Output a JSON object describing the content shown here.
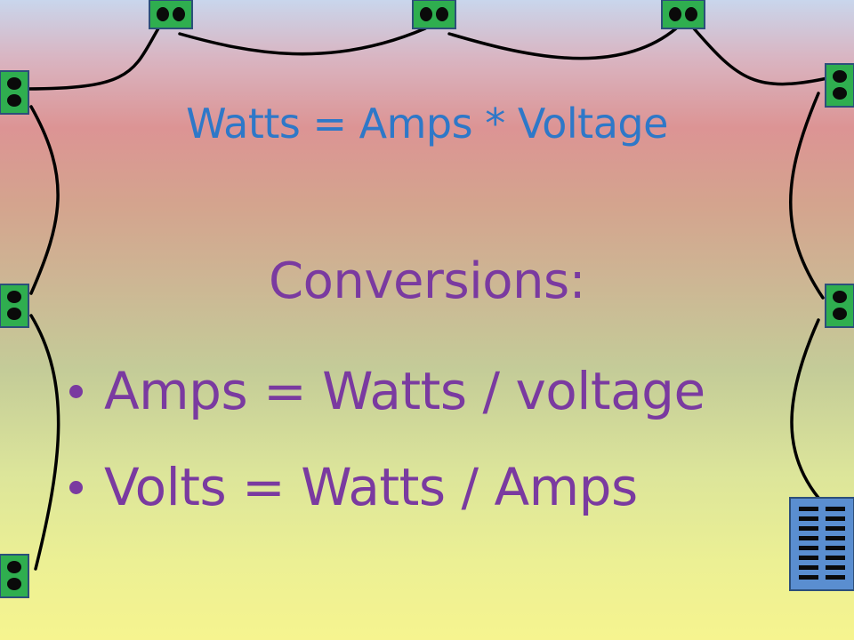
{
  "slide": {
    "title": "Watts = Amps * Voltage",
    "subtitle": "Conversions:",
    "bullets": [
      "Amps = Watts / voltage",
      "Volts = Watts / Amps"
    ]
  },
  "decoration": {
    "connector_fill": "#2fae4f",
    "connector_border": "#2c4f7a",
    "hole_color": "#0a0a0a",
    "wire_color": "#000000",
    "panel_fill": "#5a8ed0",
    "panel_slot_color": "#0a0a0a"
  }
}
